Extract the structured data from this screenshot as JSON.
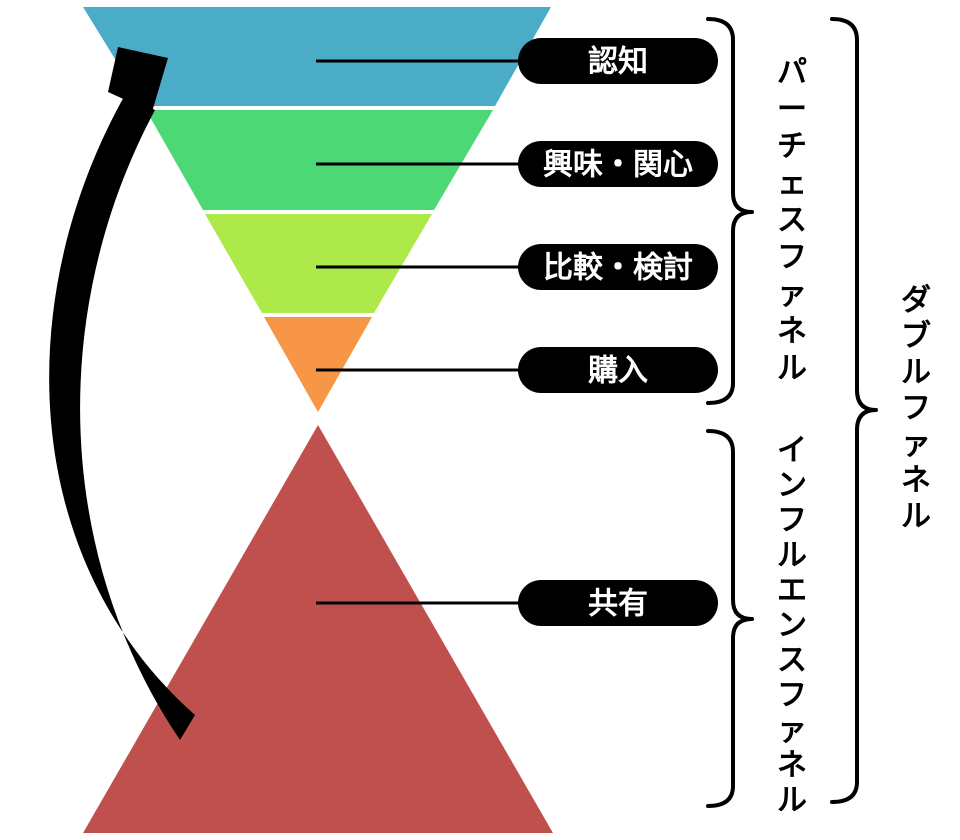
{
  "stages": [
    {
      "label": "認知",
      "color": "#4aacc6"
    },
    {
      "label": "興味・関心",
      "color": "#4cd874"
    },
    {
      "label": "比較・検討",
      "color": "#aee94a"
    },
    {
      "label": "購入",
      "color": "#f79646"
    },
    {
      "label": "共有",
      "color": "#c0504d"
    }
  ],
  "brackets": {
    "purchase_funnel": "パーチェスファネル",
    "influence_funnel": "インフルエンスファネル",
    "double_funnel": "ダブルファネル"
  },
  "colors": {
    "label_bg": "#000000",
    "label_text": "#ffffff",
    "arrow": "#000000"
  },
  "icons": {
    "cycle_arrow": "curved-arrow-up-icon"
  }
}
